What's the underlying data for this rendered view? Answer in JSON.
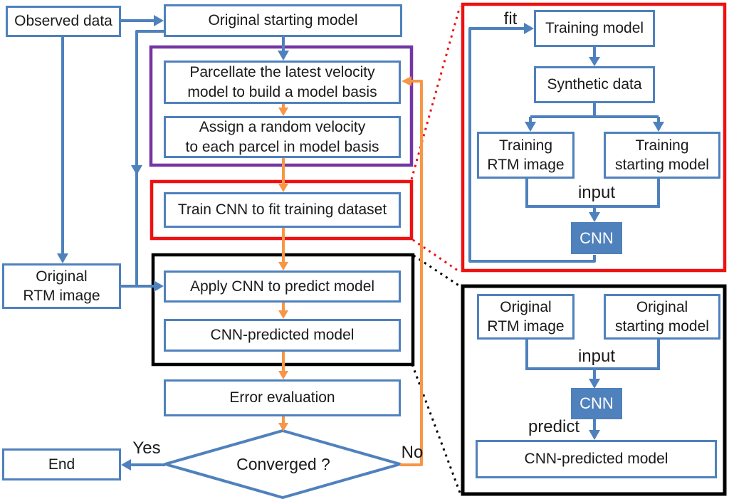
{
  "colors": {
    "box_border_blue": "#4f81bd",
    "arrow_blue": "#4f81bd",
    "arrow_orange": "#f79646",
    "group_purple": "#7436a4",
    "group_red": "#ee1111",
    "group_black": "#000000",
    "cnn_fill": "#4f81bd",
    "text": "#1a1a1a"
  },
  "flowchart": {
    "observed_data": "Observed data",
    "original_starting_model": "Original starting model",
    "parcellate": "Parcellate the latest velocity\nmodel to build a model basis",
    "assign_random": "Assign a random velocity\nto each parcel in model basis",
    "train_cnn": "Train CNN to fit training dataset",
    "apply_cnn": "Apply CNN to predict model",
    "cnn_predicted_model": "CNN-predicted model",
    "error_evaluation": "Error evaluation",
    "converged": "Converged ?",
    "yes": "Yes",
    "no": "No",
    "end": "End",
    "original_rtm_image": "Original\nRTM image"
  },
  "training_detail_panel": {
    "fit_label": "fit",
    "training_model": "Training model",
    "synthetic_data": "Synthetic data",
    "training_rtm_image": "Training\nRTM image",
    "training_starting_model": "Training\nstarting model",
    "input_label": "input",
    "cnn": "CNN"
  },
  "prediction_detail_panel": {
    "original_rtm_image": "Original\nRTM image",
    "original_starting_model": "Original\nstarting model",
    "input_label": "input",
    "cnn": "CNN",
    "predict_label": "predict",
    "cnn_predicted_model": "CNN-predicted model"
  }
}
